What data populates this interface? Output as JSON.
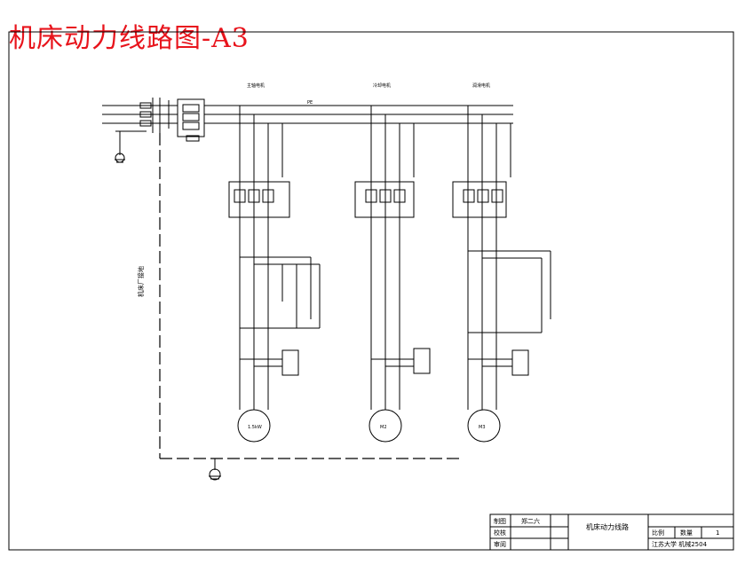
{
  "title": "机床动力线路图-A3",
  "left_label": "机床厂接地",
  "bus": {
    "pe_label": "PE"
  },
  "branches": [
    {
      "header": "主轴电机",
      "motor_label": "1.5kW"
    },
    {
      "header": "冷却电机",
      "motor_label": "M2"
    },
    {
      "header": "润滑电机",
      "motor_label": "M3"
    }
  ],
  "title_block": {
    "designer_label": "制图",
    "designer_name": "郑二六",
    "checker_label": "校核",
    "reviewer_label": "审阅",
    "drawing_name": "机床动力线路",
    "scale_label": "比例",
    "qty_label": "数量",
    "qty_value": "1",
    "school": "江苏大学 机械2504"
  }
}
